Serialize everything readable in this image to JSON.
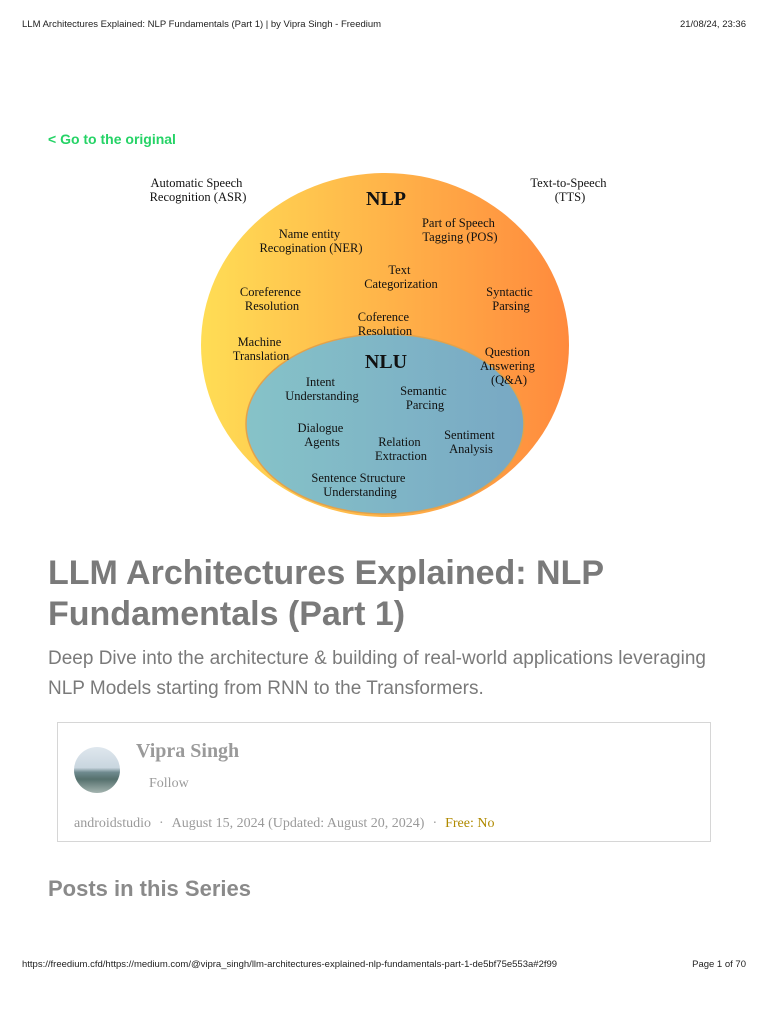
{
  "pdf_header": {
    "title": "LLM Architectures Explained: NLP Fundamentals (Part 1) | by Vipra Singh - Freedium",
    "datetime": "21/08/24, 23:36"
  },
  "pdf_footer": {
    "url": "https://freedium.cfd/https://medium.com/@vipra_singh/llm-architectures-explained-nlp-fundamentals-part-1-de5bf75e553a#2f99",
    "page": "Page 1 of 70"
  },
  "nav": {
    "go_original": "< Go to the original"
  },
  "diagram": {
    "outer_left": [
      "Automatic Speech",
      "Recognition (ASR)"
    ],
    "outer_right": [
      "Text-to-Speech",
      "(TTS)"
    ],
    "nlp_title": "NLP",
    "nlu_title": "NLU",
    "nlp_items": {
      "ner": [
        "Name entity",
        "Recogination (NER)"
      ],
      "pos": [
        "Part of Speech",
        "Tagging (POS)"
      ],
      "text_cat": [
        "Text",
        "Categorization"
      ],
      "coref": [
        "Coreference",
        "Resolution"
      ],
      "syntactic": [
        "Syntactic",
        "Parsing"
      ],
      "coference": [
        "Coference",
        "Resolution"
      ],
      "machine_translation": [
        "Machine",
        "Translation"
      ],
      "qa": [
        "Question",
        "Answering",
        "(Q&A)"
      ]
    },
    "nlu_items": {
      "intent": [
        "Intent",
        "Understanding"
      ],
      "semantic": [
        "Semantic",
        "Parcing"
      ],
      "dialogue": [
        "Dialogue",
        "Agents"
      ],
      "relation": [
        "Relation",
        "Extraction"
      ],
      "sentiment": [
        "Sentiment",
        "Analysis"
      ],
      "sentence_structure": [
        "Sentence Structure",
        "Understanding"
      ]
    },
    "colors": {
      "nlp_left": "#ffdd55",
      "nlp_right": "#ff8a3d",
      "nlu_left": "#86c3c8",
      "nlu_right": "#78a8c4"
    }
  },
  "article": {
    "title": "LLM Architectures Explained: NLP Fundamentals (Part 1)",
    "subtitle": "Deep Dive into the architecture & building of real-world applications leveraging NLP Models starting from RNN to the Transformers."
  },
  "author": {
    "name": "Vipra Singh",
    "follow_label": "Follow",
    "publication": "androidstudio",
    "separator": "·",
    "date": "August 15, 2024 (Updated: August 20, 2024)",
    "free_label": "Free: No"
  },
  "series": {
    "heading": "Posts in this Series"
  }
}
